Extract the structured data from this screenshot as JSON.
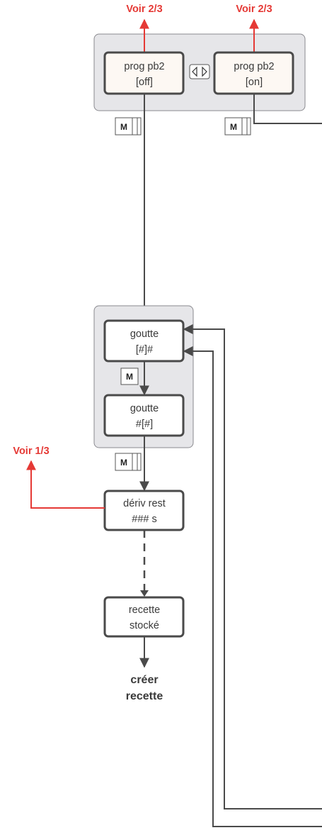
{
  "top": {
    "voir_left": "Voir 2/3",
    "voir_right": "Voir 2/3",
    "prog_off": {
      "line1": "prog pb2",
      "line2": "[off]"
    },
    "prog_on": {
      "line1": "prog pb2",
      "line2": "[on]"
    }
  },
  "mid": {
    "goutte_1": {
      "line1": "goutte",
      "line2": "[#]#"
    },
    "goutte_2": {
      "line1": "goutte",
      "line2": "#[#]"
    }
  },
  "deriv": {
    "line1": "dériv rest",
    "line2": "### s"
  },
  "voir_deriv": "Voir 1/3",
  "recette": {
    "line1": "recette",
    "line2": "stocké"
  },
  "creer": {
    "line1": "créer",
    "line2": "recette"
  },
  "key_m": "M",
  "colors": {
    "red": "#e53935",
    "dark": "#4a4a4a",
    "group_bg": "#e6e6e9"
  }
}
